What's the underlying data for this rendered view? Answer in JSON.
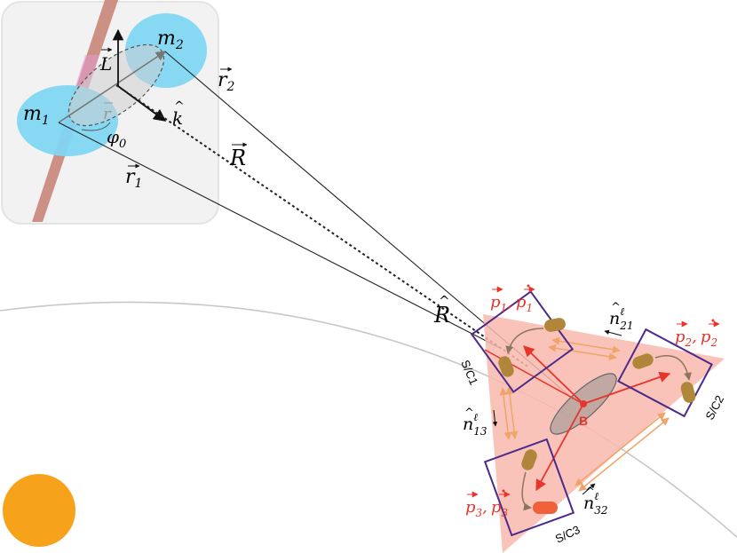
{
  "labels": {
    "m1": "m",
    "m1_sub": "1",
    "m2": "m",
    "m2_sub": "2",
    "L": "L",
    "r": "r",
    "k": "k",
    "phi": "φ",
    "phi_sub": "0",
    "r1": "r",
    "r1_sub": "1",
    "r2": "r",
    "r2_sub": "2",
    "R": "R",
    "R_hat": "R",
    "B": "B",
    "sc1": "S/C1",
    "sc2": "S/C2",
    "sc3": "S/C3",
    "n21": "n",
    "n21_sup": "ℓ",
    "n21_sub": "21",
    "n13": "n",
    "n13_sup": "ℓ",
    "n13_sub": "13",
    "n32": "n",
    "n32_sup": "ℓ",
    "n32_sub": "32",
    "p1": "p",
    "p1_sub": "1",
    "p2": "p",
    "p2_sub": "2",
    "p3": "p",
    "p3_sub": "3",
    "comma": ","
  },
  "colors": {
    "mass_blue": "#7fd6f2",
    "panel_bg": "#f2f2f2",
    "triangle": "#f9b8ad",
    "spacecraft_frame": "#4a2a8c",
    "momentum_red": "#e8352b",
    "laser_orange": "#f0a46a",
    "sun_orange": "#f7a21b",
    "orbit_gray": "#c8c8c8"
  }
}
